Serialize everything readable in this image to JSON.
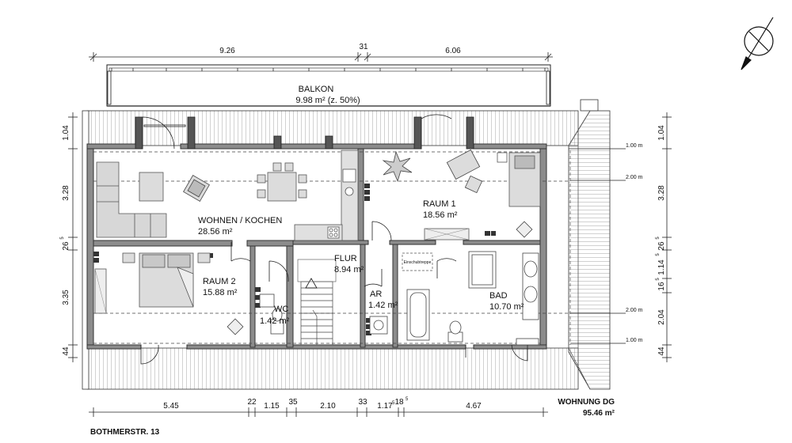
{
  "balcony": {
    "name": "BALKON",
    "area": "9.98 m² (z. 50%)"
  },
  "rooms": [
    {
      "key": "wohnen",
      "name": "WOHNEN / KOCHEN",
      "area": "28.56 m²"
    },
    {
      "key": "raum1",
      "name": "RAUM 1",
      "area": "18.56 m²"
    },
    {
      "key": "raum2",
      "name": "RAUM 2",
      "area": "15.88 m²"
    },
    {
      "key": "flur",
      "name": "FLUR",
      "area": "8.94 m²"
    },
    {
      "key": "wc",
      "name": "WC",
      "area": "1.42 m²"
    },
    {
      "key": "ar",
      "name": "AR",
      "area": "1.42 m²"
    },
    {
      "key": "bad",
      "name": "BAD",
      "area": "10.70 m²"
    }
  ],
  "dims_top": [
    "9.26",
    "31",
    "6.06"
  ],
  "dims_bottom": [
    "5.45",
    "22",
    "1.15",
    "35",
    "2.10",
    "33",
    "1.17",
    "5",
    "18",
    "5",
    "4.67"
  ],
  "dims_left": [
    "1.04",
    "3.28",
    "26",
    "5",
    "3.35",
    "44"
  ],
  "dims_right": [
    "1.04",
    "3.28",
    "26",
    "5",
    "1.14",
    "5",
    "16",
    "5",
    "2.04",
    "44"
  ],
  "height_marks": [
    "1.00 m",
    "2.00 m",
    "2.00 m",
    "1.00 m"
  ],
  "stair_note": "Einschubtreppe",
  "unit": {
    "name": "WOHNUNG DG",
    "area": "95.46 m²"
  },
  "address": "BOTHMERSTR. 13"
}
